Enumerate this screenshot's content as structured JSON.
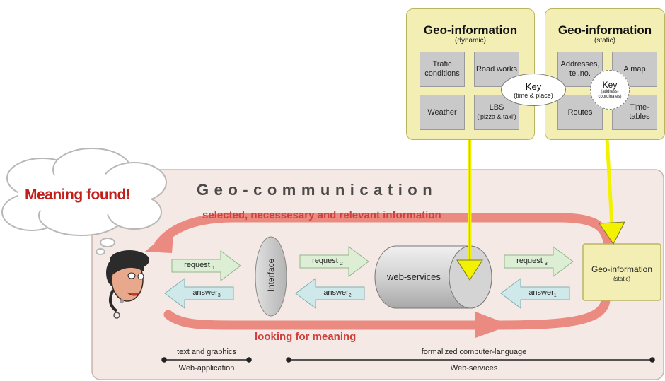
{
  "title": "Geo-communication",
  "thought_bubble": "Meaning found!",
  "top_flow_label": "selected, necessesary and relevant information",
  "bottom_flow_label": "looking for meaning",
  "dynamic_box": {
    "title": "Geo-information",
    "subtitle": "(dynamic)",
    "cells": [
      {
        "line1": "Trafic",
        "line2": "conditions"
      },
      {
        "line1": "Road works",
        "line2": ""
      },
      {
        "line1": "Weather",
        "line2": ""
      },
      {
        "line1": "LBS",
        "line2": "('pizza & taxi')"
      }
    ],
    "key": {
      "label": "Key",
      "sub": "(time & place)"
    }
  },
  "static_box": {
    "title": "Geo-information",
    "subtitle": "(static)",
    "cells": [
      {
        "line1": "Addresses,",
        "line2": "tel.no."
      },
      {
        "line1": "A map",
        "line2": ""
      },
      {
        "line1": "Routes",
        "line2": ""
      },
      {
        "line1": "Time-",
        "line2": "tables"
      }
    ],
    "key": {
      "label": "Key",
      "sub1": "(address-",
      "sub2": "coordinates)"
    }
  },
  "interface_label": "Interface",
  "web_services_label": "web-services",
  "geo_info_right": {
    "title": "Geo-information",
    "subtitle": "(static)"
  },
  "requests": [
    {
      "label": "request",
      "index": "1"
    },
    {
      "label": "request",
      "index": "2"
    },
    {
      "label": "request",
      "index": "3"
    }
  ],
  "answers": [
    {
      "label": "answer",
      "index": "3"
    },
    {
      "label": "answer",
      "index": "2"
    },
    {
      "label": "answer",
      "index": "1"
    }
  ],
  "bottom_left": {
    "top": "text and graphics",
    "bottom": "Web-application"
  },
  "bottom_right": {
    "top": "formalized computer-language",
    "bottom": "Web-services"
  },
  "colors": {
    "panel_bg": "#f4e9e4",
    "geo_box_bg": "#f3efb4",
    "flow_arrow": "#ea8a80",
    "flow_text": "#cf3f3c",
    "request_fill": "#dcefd4",
    "answer_fill": "#cfe8ea",
    "yellow_arrow": "#f2f200"
  }
}
